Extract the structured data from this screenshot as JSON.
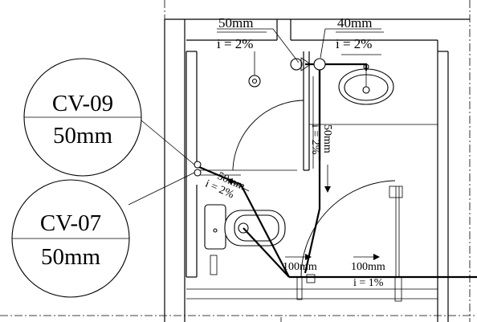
{
  "callouts": {
    "cv09": {
      "code": "CV-09",
      "size": "50mm"
    },
    "cv07": {
      "code": "CV-07",
      "size": "50mm"
    }
  },
  "pipe_labels": {
    "top_left": {
      "size": "50mm",
      "slope": "i = 2%"
    },
    "top_right": {
      "size": "40mm",
      "slope": "i = 2%"
    },
    "vertical": {
      "size": "50mm",
      "slope": "i = 2%"
    },
    "diagonal": {
      "size": "50mm",
      "slope": "i = 2%"
    },
    "bottom_left": {
      "size": "100mm"
    },
    "bottom_right": {
      "size": "100mm",
      "slope": "i = 1%"
    }
  }
}
